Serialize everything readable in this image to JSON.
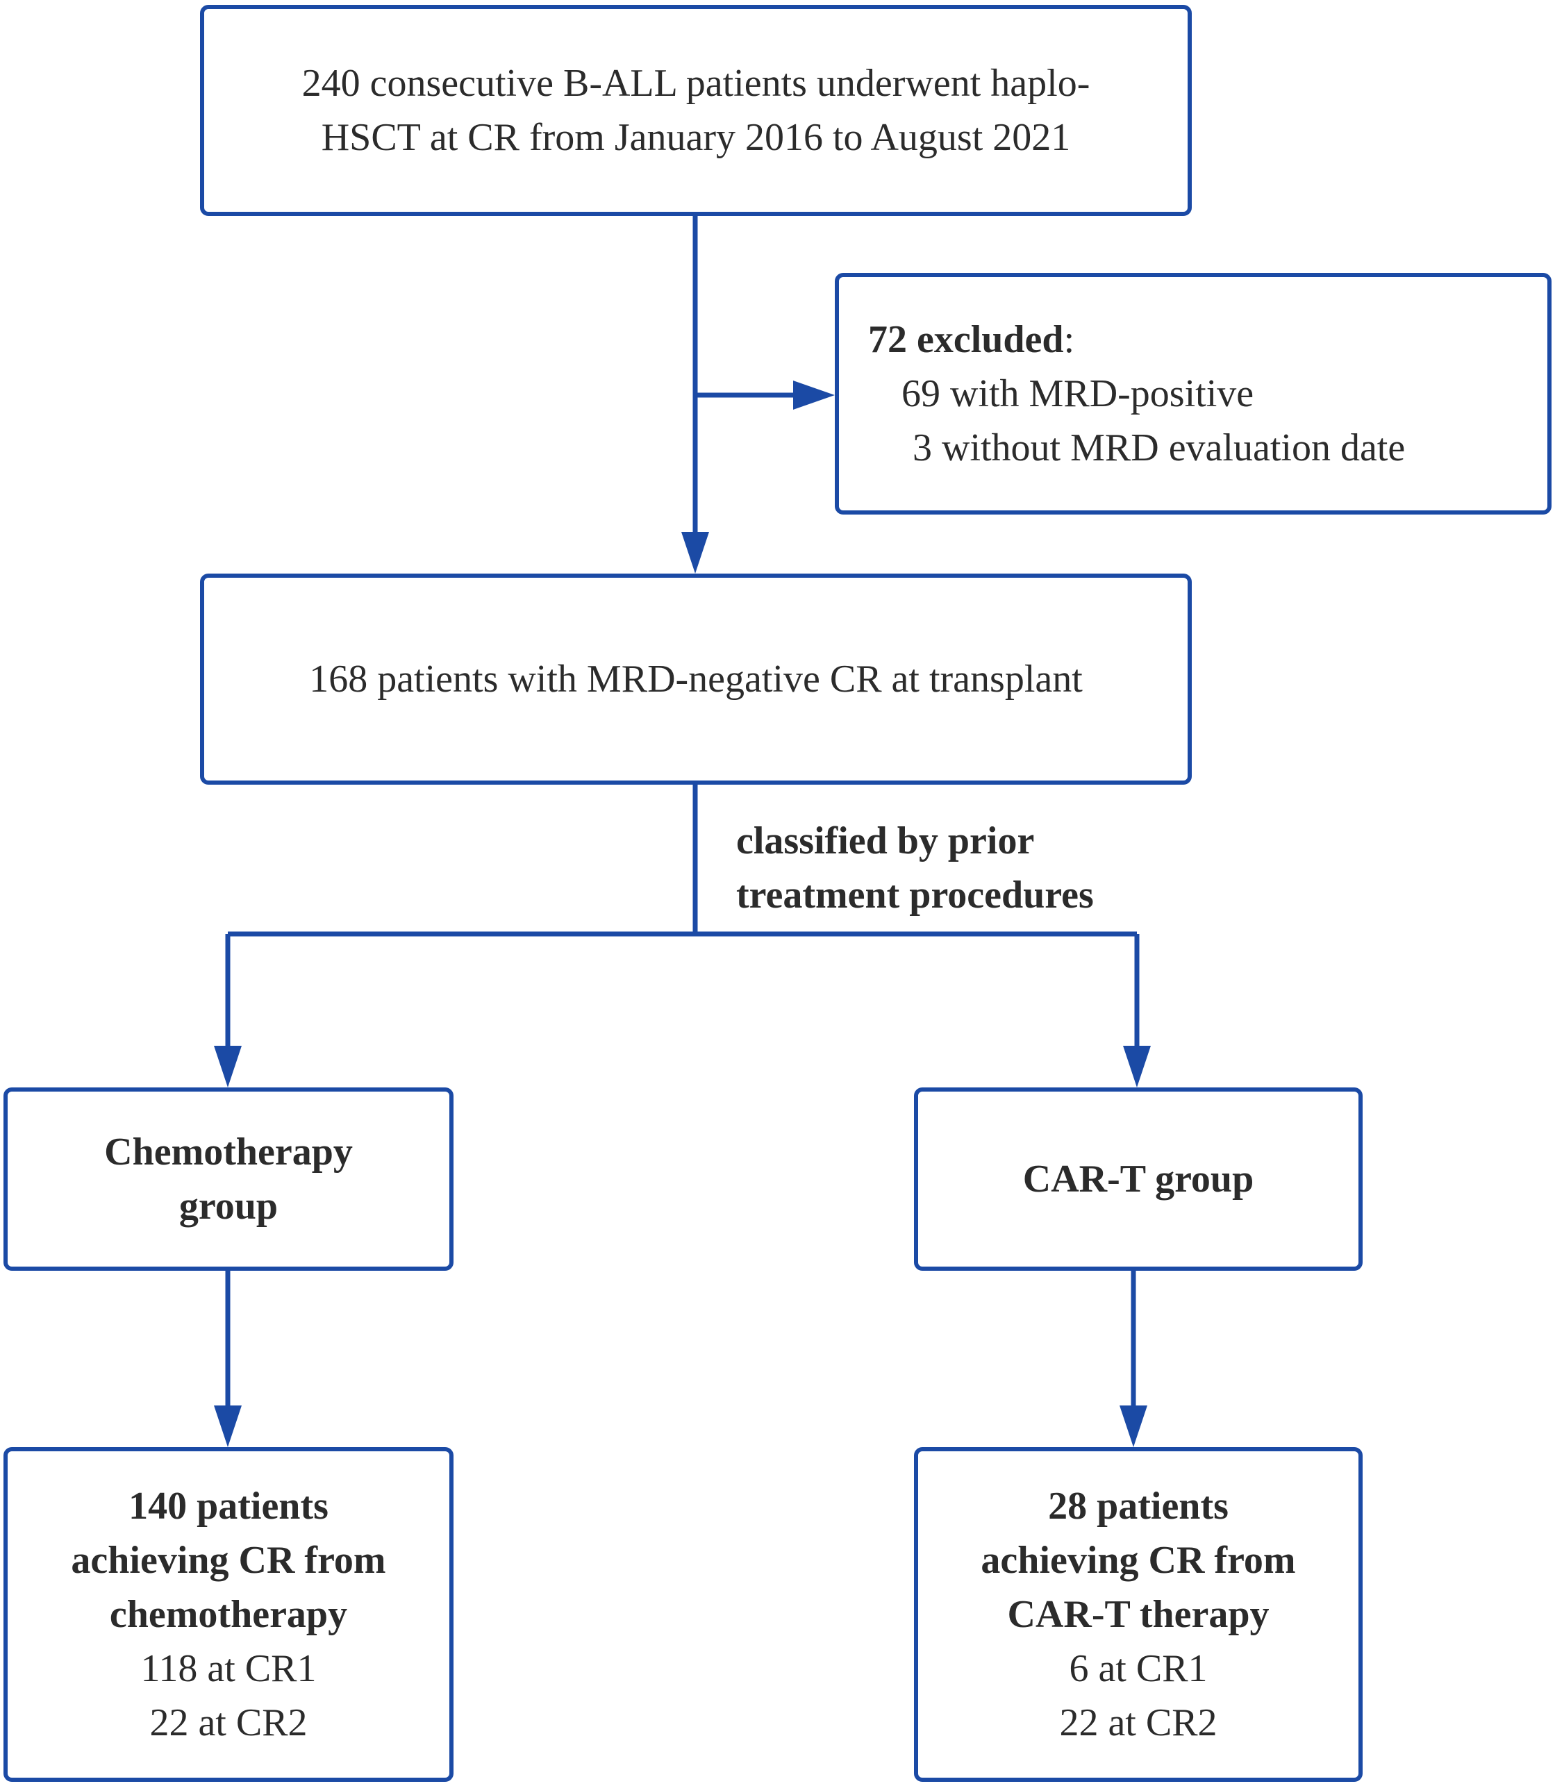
{
  "colors": {
    "accent": "#1b4aa5",
    "text": "#2b2b2b",
    "background": "#ffffff"
  },
  "flowchart": {
    "enrolled": {
      "line1": "240 consecutive B-ALL patients underwent haplo-",
      "line2": "HSCT at CR from January 2016 to August 2021"
    },
    "excluded": {
      "heading_bold": "72 excluded",
      "heading_suffix": ":",
      "reason1": "69 with MRD-positive",
      "reason2": "3  without MRD evaluation date"
    },
    "mrd_negative": {
      "text": "168 patients with MRD-negative CR at transplant"
    },
    "classification_label": {
      "line1": "classified by prior",
      "line2": "treatment procedures"
    },
    "chemo_group": {
      "line1": "Chemotherapy",
      "line2": "group"
    },
    "cart_group": {
      "text": "CAR-T group"
    },
    "chemo_result": {
      "line1": "140 patients",
      "line2": "achieving CR from",
      "line3": "chemotherapy",
      "cr1": "118 at CR1",
      "cr2": "22 at CR2"
    },
    "cart_result": {
      "line1": "28 patients",
      "line2": "achieving CR from",
      "line3": "CAR-T therapy",
      "cr1": "6 at CR1",
      "cr2": "22 at CR2"
    }
  }
}
